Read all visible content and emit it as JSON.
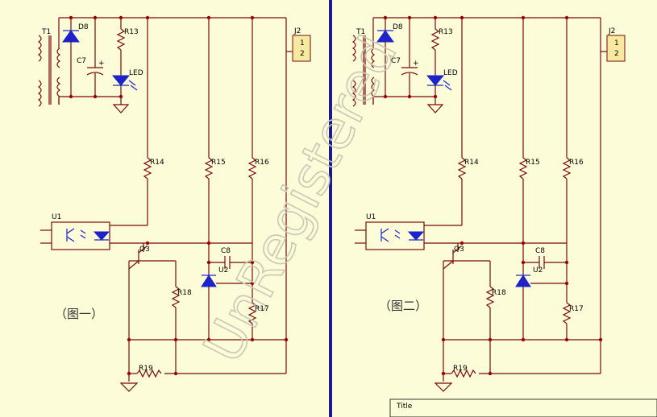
{
  "colors": {
    "background": "#fdfcd9",
    "wire": "#7a0a0a",
    "component_blue": "#1c24c8",
    "divider": "#1a1a8c",
    "connector_fill": "#f7e9a0"
  },
  "watermark": "UnRegistered",
  "left": {
    "caption": "（图一）",
    "labels": {
      "t1": "T1",
      "d8": "D8",
      "r13": "R13",
      "c7": "C7",
      "c7_plus": "+",
      "led": "LED",
      "j2": "J2",
      "pin1": "1",
      "pin2": "2",
      "r14": "R14",
      "r15": "R15",
      "r16": "R16",
      "u1": "U1",
      "q3": "Q3",
      "c8": "C8",
      "u2": "U2",
      "r18": "R18",
      "r17": "R17",
      "r19": "R19"
    }
  },
  "right": {
    "caption": "（图二）",
    "labels": {
      "t1": "T1",
      "d8": "D8",
      "r13": "R13",
      "c7": "C7",
      "c7_plus": "+",
      "led": "LED",
      "j2": "J2",
      "pin1": "1",
      "pin2": "2",
      "r14": "R14",
      "r15": "R15",
      "r16": "R16",
      "u1": "U1",
      "q3": "Q3",
      "c8": "C8",
      "u2": "U2",
      "r18": "R18",
      "r17": "R17",
      "r19": "R19"
    }
  },
  "title_block": {
    "title_label": "Title"
  }
}
